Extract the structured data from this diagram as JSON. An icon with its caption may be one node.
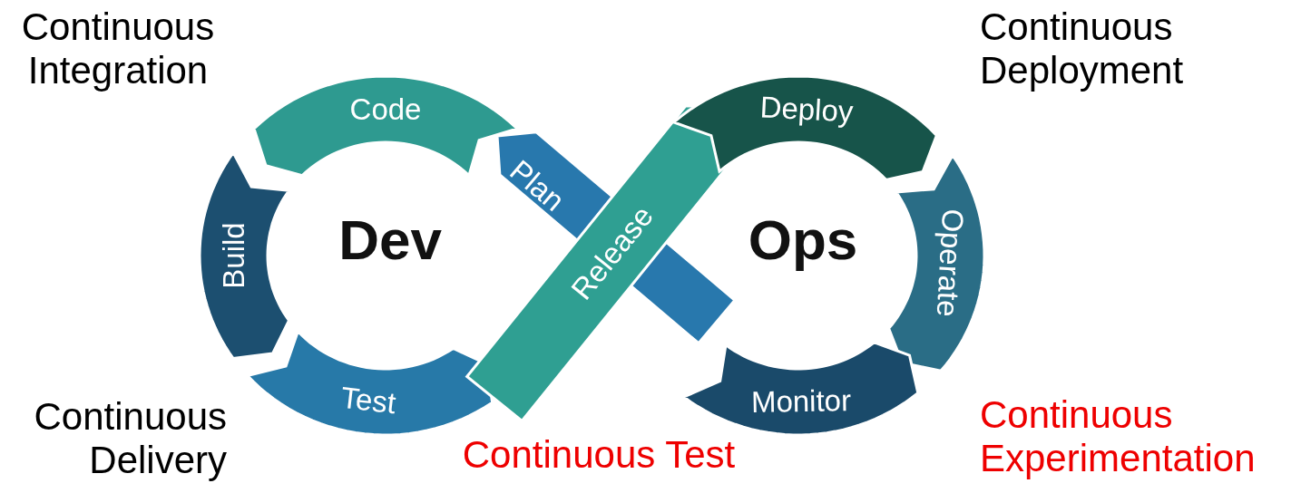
{
  "diagram": {
    "nodes": [
      {
        "text": [
          "Code"
        ]
      },
      {
        "text": [
          "Deploy"
        ]
      },
      {
        "text": [
          "Plan"
        ]
      },
      {
        "text": [
          "Build"
        ]
      },
      {
        "text": [
          "Release"
        ]
      },
      {
        "text": [
          "Operate"
        ]
      },
      {
        "text": [
          "Test"
        ]
      },
      {
        "text": [
          "Monitor"
        ]
      }
    ],
    "labels": [
      "Continuous Integration",
      "Continuous Deployment",
      "Dev",
      "Ops",
      "Continuous Delivery",
      "Continuous Test",
      "Continuous Experimentation"
    ]
  }
}
